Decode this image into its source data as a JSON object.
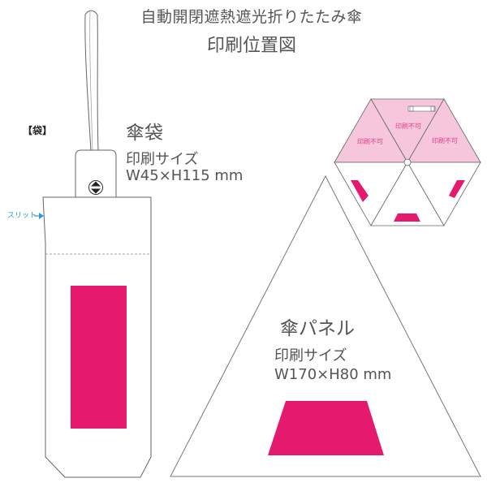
{
  "header": {
    "title_line1": "自動開閉遮熱遮光折りたたみ傘",
    "title_line2": "印刷位置図"
  },
  "bag": {
    "section_label": "【袋】",
    "name": "傘袋",
    "print_size_label": "印刷サイズ",
    "print_size_value": "W45×H115 mm",
    "slit_label": "スリット",
    "print_area_color": "#e5196e"
  },
  "panel": {
    "name": "傘パネル",
    "print_size_label": "印刷サイズ",
    "print_size_value": "W170×H80 mm",
    "print_area_color": "#e5196e"
  },
  "umbrella_top_view": {
    "unprintable_label": "印刷不可",
    "unprintable_panels": [
      "印刷不可",
      "印刷不可",
      "印刷不可"
    ],
    "unprintable_fill": "#f5c6dc",
    "print_area_color": "#e5196e"
  },
  "colors": {
    "line": "#666666",
    "accent": "#e5196e",
    "slit_arrow": "#2a9bd5"
  }
}
